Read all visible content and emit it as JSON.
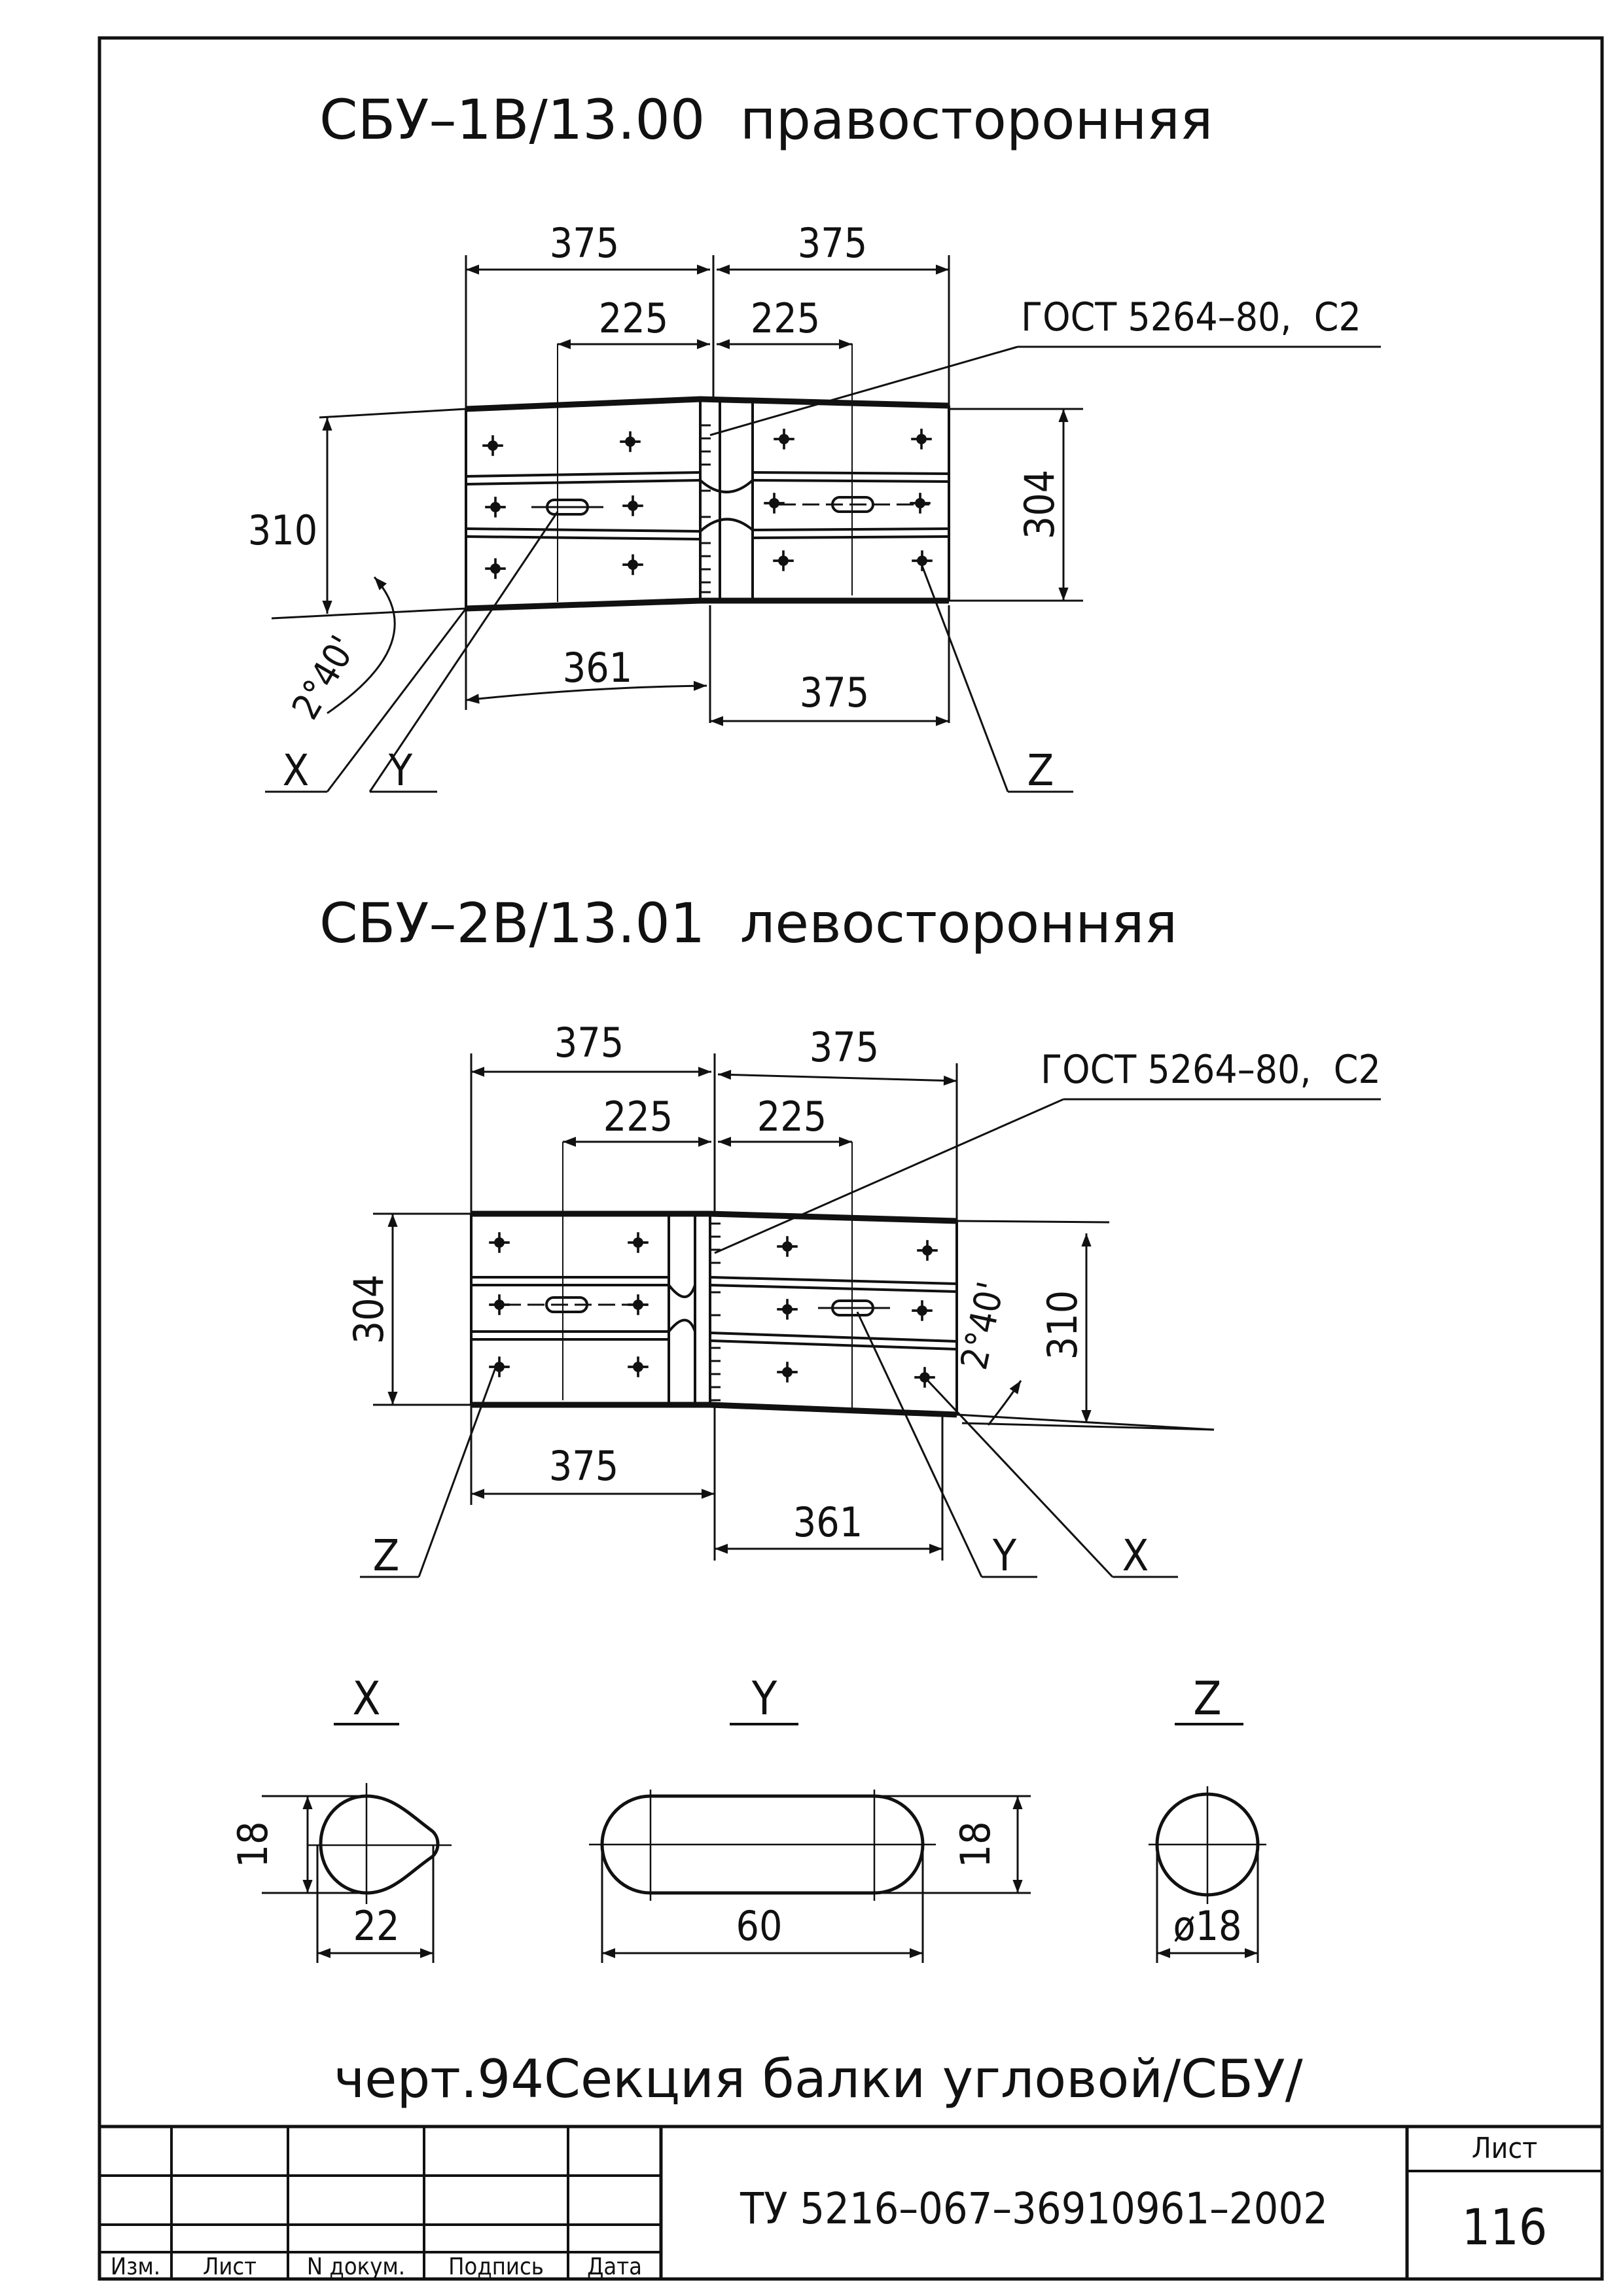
{
  "view1": {
    "title": "СБУ–1В/13.00  правосторонняя",
    "dim_top_left": "375",
    "dim_top_right": "375",
    "dim_mid_left": "225",
    "dim_mid_right": "225",
    "dim_height_left": "310",
    "dim_height_right": "304",
    "dim_bottom_left": "361",
    "dim_bottom_right": "375",
    "angle": "2°40'",
    "weld_note": "ГОСТ 5264–80,  С2",
    "callout_x": "X",
    "callout_y": "Y",
    "callout_z": "Z"
  },
  "view2": {
    "title": "СБУ–2В/13.01  левосторонняя",
    "dim_top_left": "375",
    "dim_top_right": "375",
    "dim_mid_left": "225",
    "dim_mid_right": "225",
    "dim_height_left": "304",
    "dim_height_right": "310",
    "dim_bottom_left": "375",
    "dim_bottom_right": "361",
    "angle": "2°40'",
    "weld_note": "ГОСТ 5264–80,  С2",
    "callout_x": "X",
    "callout_y": "Y",
    "callout_z": "Z"
  },
  "details": {
    "x": {
      "label": "X",
      "dim_h": "18",
      "dim_w": "22"
    },
    "y": {
      "label": "Y",
      "dim_h": "18",
      "dim_w": "60"
    },
    "z": {
      "label": "Z",
      "dim_d": "ø18"
    }
  },
  "caption": "черт.94Секция балки угловой/СБУ/",
  "title_block": {
    "designation": "ТУ 5216–067–36910961–2002",
    "sheet_label": "Лист",
    "sheet_number": "116",
    "col_izm": "Изм.",
    "col_list": "Лист",
    "col_ndoc": "N докум.",
    "col_sign": "Подпись",
    "col_date": "Дата"
  }
}
